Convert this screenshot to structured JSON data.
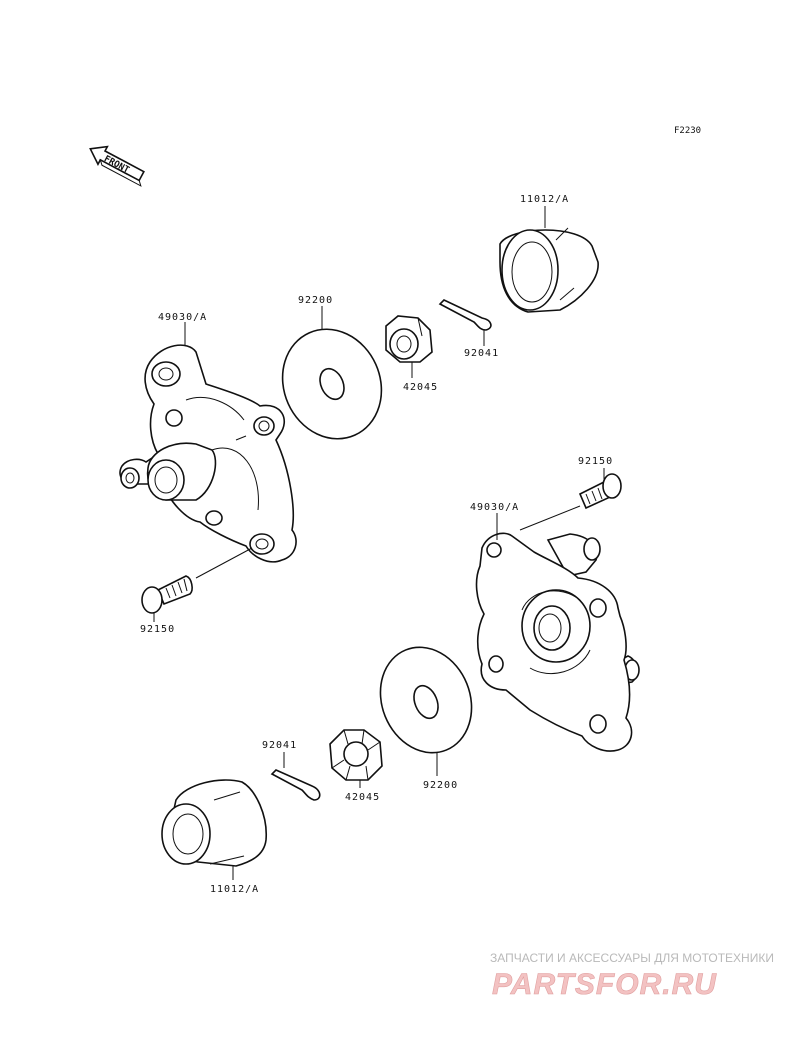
{
  "figure_code": "F2230",
  "front_label": "FRONT",
  "labels": {
    "cap_top": "11012/A",
    "hub_left": "49030/A",
    "washer_top": "92200",
    "pin_top": "92041",
    "nut_top": "42045",
    "stud_right": "92150",
    "hub_right": "49030/A",
    "stud_left": "92150",
    "pin_bottom": "92041",
    "nut_bottom": "42045",
    "washer_bottom": "92200",
    "cap_bottom": "11012/A"
  },
  "watermark": {
    "tagline": "ЗАПЧАСТИ И АКСЕССУАРЫ ДЛЯ МОТОТЕХНИКИ",
    "logo": "PARTSFOR.RU"
  }
}
